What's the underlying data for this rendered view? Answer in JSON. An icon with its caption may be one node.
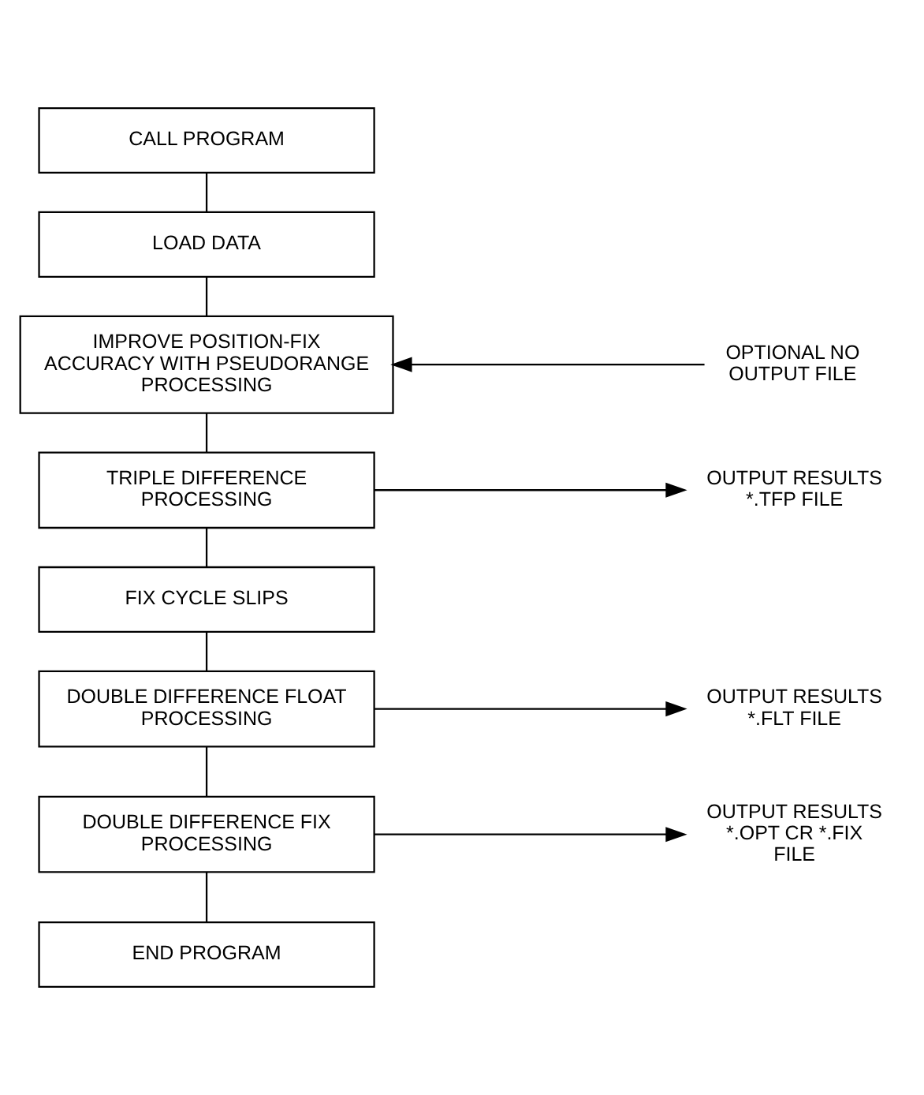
{
  "diagram": {
    "nodes": [
      {
        "text": [
          "CALL PROGRAM"
        ]
      },
      {
        "text": [
          "LOAD DATA"
        ]
      },
      {
        "text": [
          "IMPROVE POSITION-FIX ACCURACY WITH PSEUDORANGE PROCESSING"
        ]
      },
      {
        "text": [
          "TRIPLE DIFFERENCE PROCESSING"
        ]
      },
      {
        "text": [
          "FIX CYCLE SLIPS"
        ]
      },
      {
        "text": [
          "DOUBLE DIFFERENCE FLOAT PROCESSING"
        ]
      },
      {
        "text": [
          "DOUBLE DIFFERENCE FIX PROCESSING"
        ]
      },
      {
        "text": [
          "END PROGRAM"
        ]
      },
      {
        "text": [
          "OPTIONAL NO OUTPUT FILE"
        ]
      },
      {
        "text": [
          "OUTPUT RESULTS *.TFP FILE"
        ]
      },
      {
        "text": [
          "OUTPUT RESULTS *.FLT FILE"
        ]
      },
      {
        "text": [
          "OUTPUT RESULTS *.OPT CR *.FIX FILE"
        ]
      }
    ],
    "edges": [
      {
        "from": 0,
        "to": 1,
        "arrow": "none"
      },
      {
        "from": 1,
        "to": 2,
        "arrow": "none"
      },
      {
        "from": 2,
        "to": 3,
        "arrow": "none"
      },
      {
        "from": 3,
        "to": 4,
        "arrow": "none"
      },
      {
        "from": 4,
        "to": 5,
        "arrow": "none"
      },
      {
        "from": 5,
        "to": 6,
        "arrow": "none"
      },
      {
        "from": 6,
        "to": 7,
        "arrow": "none"
      },
      {
        "from": 8,
        "to": 2,
        "arrow": "to"
      },
      {
        "from": 3,
        "to": 9,
        "arrow": "to"
      },
      {
        "from": 5,
        "to": 10,
        "arrow": "to"
      },
      {
        "from": 6,
        "to": 11,
        "arrow": "to"
      }
    ]
  }
}
